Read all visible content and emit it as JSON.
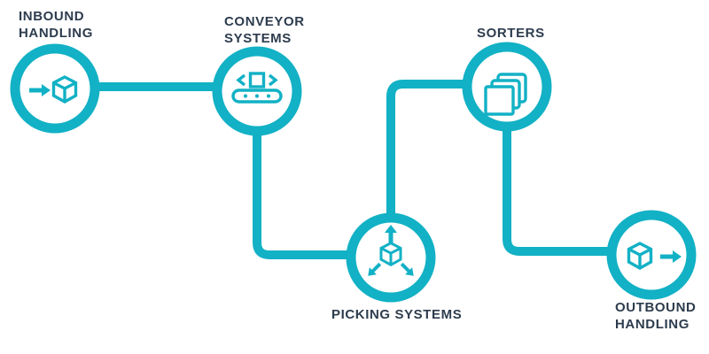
{
  "diagram": {
    "type": "process-flow",
    "subject": "warehouse automation flow",
    "colors": {
      "accent": "#12b1c5",
      "label": "#2d3c4e",
      "background": "#ffffff"
    },
    "nodes": [
      {
        "id": "inbound-handling",
        "label": "INBOUND\nHANDLING",
        "icon": "arrow-into-box-icon",
        "label_position": "top-left"
      },
      {
        "id": "conveyor-systems",
        "label": "CONVEYOR\nSYSTEMS",
        "icon": "conveyor-belt-icon",
        "label_position": "top-left"
      },
      {
        "id": "picking-systems",
        "label": "PICKING SYSTEMS",
        "icon": "box-distribution-icon",
        "label_position": "bottom-left"
      },
      {
        "id": "sorters",
        "label": "SORTERS",
        "icon": "stacked-trays-icon",
        "label_position": "top-left"
      },
      {
        "id": "outbound-handling",
        "label": "OUTBOUND\nHANDLING",
        "icon": "box-arrow-out-icon",
        "label_position": "bottom-left"
      }
    ],
    "flow_order": [
      "inbound-handling",
      "conveyor-systems",
      "picking-systems",
      "sorters",
      "outbound-handling"
    ],
    "connections": [
      {
        "from": "inbound-handling",
        "to": "conveyor-systems",
        "shape": "straight-horizontal"
      },
      {
        "from": "conveyor-systems",
        "to": "picking-systems",
        "shape": "down-then-right"
      },
      {
        "from": "picking-systems",
        "to": "sorters",
        "shape": "up-then-right"
      },
      {
        "from": "sorters",
        "to": "outbound-handling",
        "shape": "down-then-right"
      }
    ]
  }
}
